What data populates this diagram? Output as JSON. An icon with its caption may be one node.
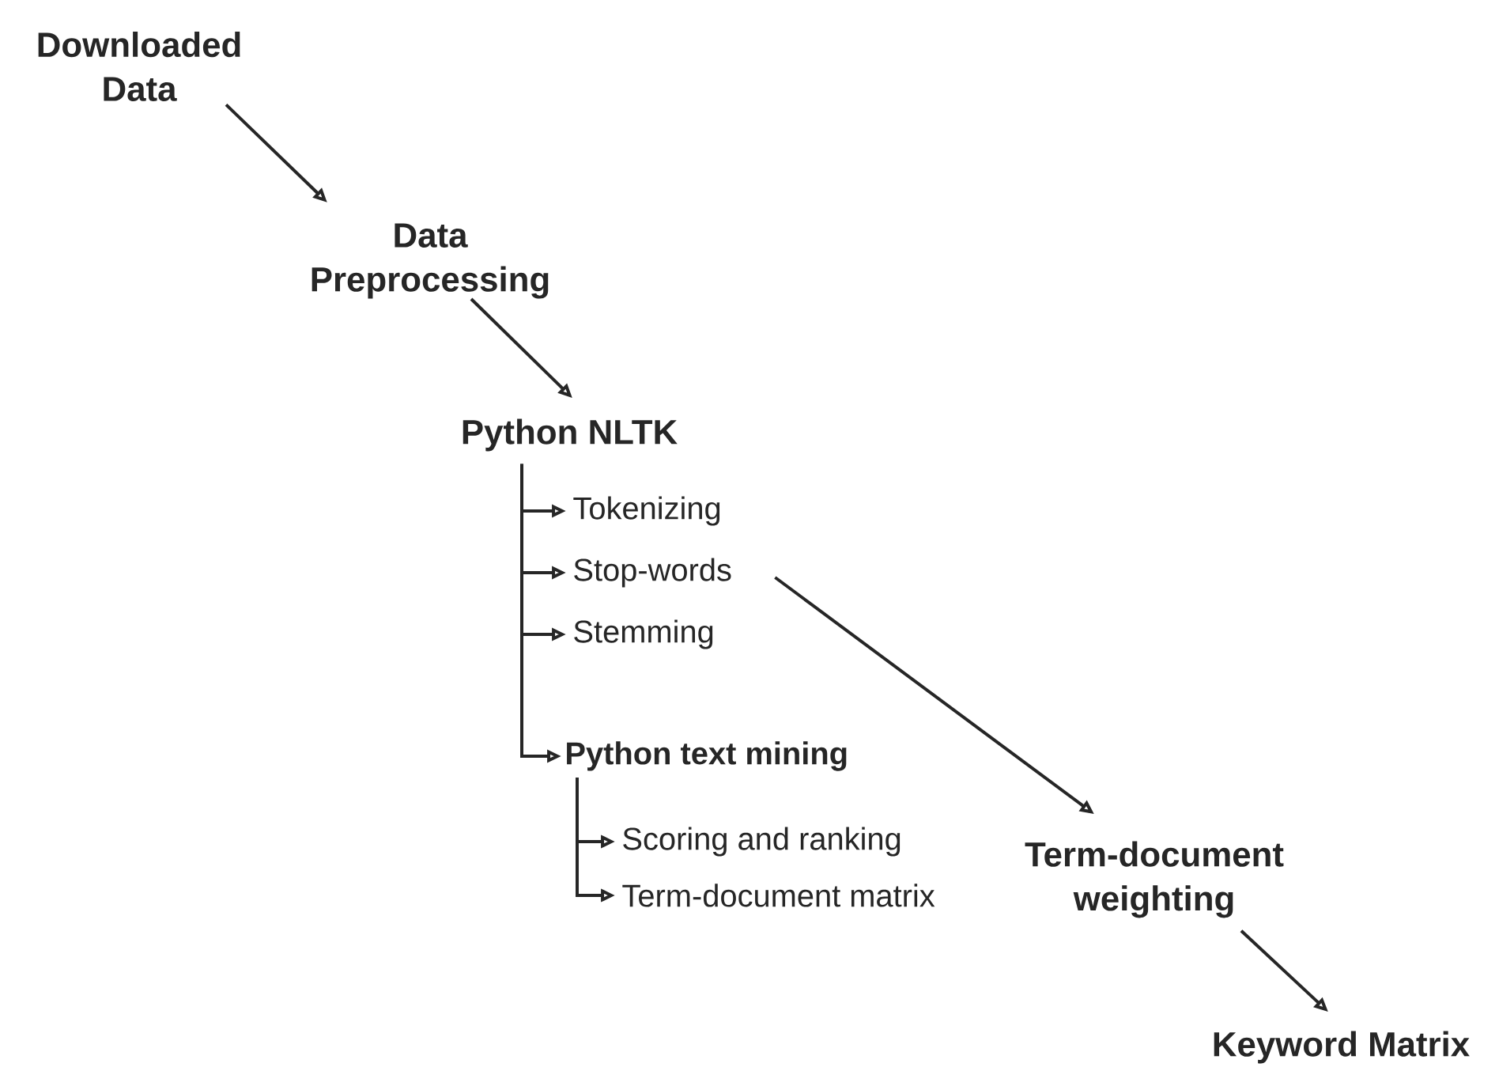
{
  "diagram": {
    "nodes": [
      {
        "text": [
          "Downloaded Data"
        ]
      },
      {
        "text": [
          "Data Preprocessing"
        ]
      },
      {
        "text": [
          "Python NLTK"
        ]
      },
      {
        "text": [
          "Tokenizing"
        ]
      },
      {
        "text": [
          "Stop-words"
        ]
      },
      {
        "text": [
          "Stemming"
        ]
      },
      {
        "text": [
          "Python text mining"
        ]
      },
      {
        "text": [
          "Scoring and ranking"
        ]
      },
      {
        "text": [
          "Term-document matrix"
        ]
      },
      {
        "text": [
          "Term-document weighting"
        ]
      },
      {
        "text": [
          "Keyword Matrix"
        ]
      }
    ],
    "edges": [
      {
        "from": 0,
        "to": 1,
        "arrow": "to"
      },
      {
        "from": 1,
        "to": 2,
        "arrow": "to"
      },
      {
        "from": 2,
        "to": 3,
        "arrow": "to"
      },
      {
        "from": 2,
        "to": 4,
        "arrow": "to"
      },
      {
        "from": 2,
        "to": 5,
        "arrow": "to"
      },
      {
        "from": 2,
        "to": 6,
        "arrow": "to"
      },
      {
        "from": 6,
        "to": 7,
        "arrow": "to"
      },
      {
        "from": 6,
        "to": 8,
        "arrow": "to"
      },
      {
        "from": 4,
        "to": 9,
        "arrow": "to"
      },
      {
        "from": 9,
        "to": 10,
        "arrow": "to"
      }
    ]
  }
}
